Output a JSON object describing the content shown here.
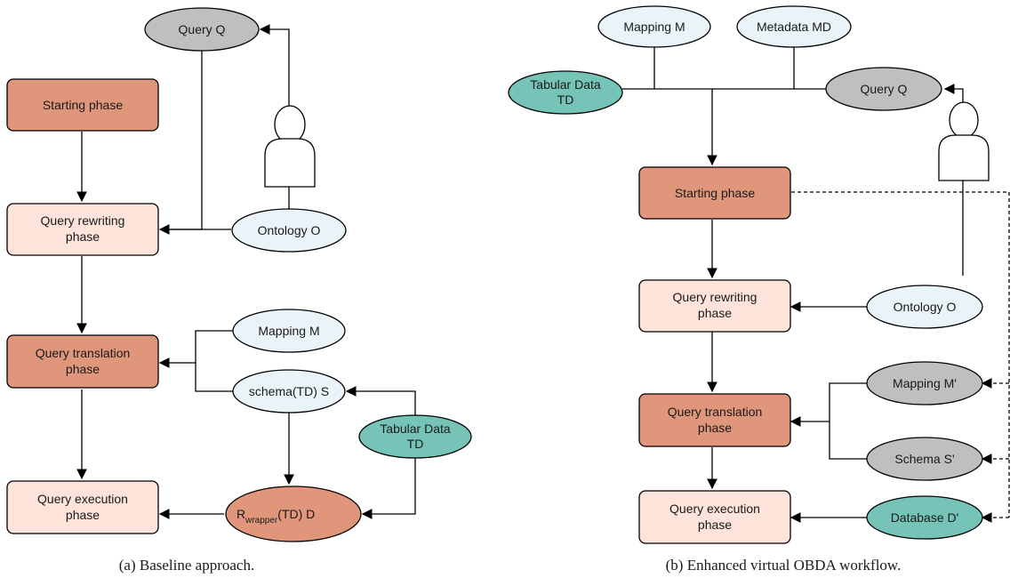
{
  "colors": {
    "phase_dark": "#e0967a",
    "phase_light": "#fde3d9",
    "ellipse_light": "#eaf4f8",
    "ellipse_gray": "#bdbfc1",
    "ellipse_teal": "#75c4b7",
    "ellipse_dark": "#e0967a"
  },
  "left": {
    "query": "Query Q",
    "starting": "Starting phase",
    "rewriting": [
      "Query rewriting",
      "phase"
    ],
    "ontology": "Ontology O",
    "mapping": "Mapping M",
    "translation": [
      "Query translation",
      "phase"
    ],
    "schema": "schema(TD) S",
    "tabular": [
      "Tabular Data",
      "TD"
    ],
    "execution": [
      "Query execution",
      "phase"
    ],
    "wrapper": {
      "r": "R",
      "sub": "wrapper",
      "rest": "(TD) D"
    },
    "caption": "(a) Baseline approach."
  },
  "right": {
    "mapping": "Mapping M",
    "metadata": "Metadata MD",
    "tabular": [
      "Tabular Data",
      "TD"
    ],
    "query": "Query Q",
    "starting": "Starting phase",
    "rewriting": [
      "Query rewriting",
      "phase"
    ],
    "ontology": "Ontology O",
    "mapping_prime": "Mapping M'",
    "translation": [
      "Query translation",
      "phase"
    ],
    "schema_prime": "Schema S'",
    "execution": [
      "Query execution",
      "phase"
    ],
    "database_prime": "Database D'",
    "caption": "(b) Enhanced virtual OBDA workflow."
  }
}
